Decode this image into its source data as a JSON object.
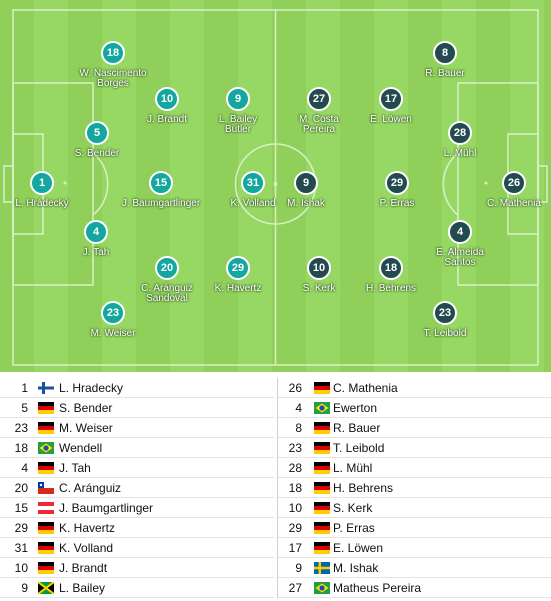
{
  "colors": {
    "home": "#13a7a0",
    "away": "#234a4f"
  },
  "pitch": {
    "home_players": [
      {
        "number": "1",
        "name": "L. Hrádecký"
      },
      {
        "number": "5",
        "name": "S. Bender"
      },
      {
        "number": "4",
        "name": "J. Tah"
      },
      {
        "number": "18",
        "name": "W. Nascimento Borges"
      },
      {
        "number": "23",
        "name": "M. Weiser"
      },
      {
        "number": "15",
        "name": "J. Baumgartlinger"
      },
      {
        "number": "10",
        "name": "J. Brandt"
      },
      {
        "number": "20",
        "name": "C. Aránguiz Sandoval"
      },
      {
        "number": "9",
        "name": "L. Bailey Butler"
      },
      {
        "number": "31",
        "name": "K. Volland"
      },
      {
        "number": "29",
        "name": "K. Havertz"
      }
    ],
    "away_players": [
      {
        "number": "26",
        "name": "C. Mathenia"
      },
      {
        "number": "28",
        "name": "L. Mühl"
      },
      {
        "number": "4",
        "name": "E. Almeida Santos"
      },
      {
        "number": "8",
        "name": "R. Bauer"
      },
      {
        "number": "23",
        "name": "T. Leibold"
      },
      {
        "number": "29",
        "name": "P. Erras"
      },
      {
        "number": "17",
        "name": "E. Löwen"
      },
      {
        "number": "18",
        "name": "H. Behrens"
      },
      {
        "number": "27",
        "name": "M. Costa Pereira"
      },
      {
        "number": "9",
        "name": "M. Ishak"
      },
      {
        "number": "10",
        "name": "S. Kerk"
      }
    ]
  },
  "lineups": {
    "home": [
      {
        "number": "1",
        "flag": "finland-flag",
        "name": "L. Hradecky"
      },
      {
        "number": "5",
        "flag": "germany-flag",
        "name": "S. Bender"
      },
      {
        "number": "23",
        "flag": "germany-flag",
        "name": "M. Weiser"
      },
      {
        "number": "18",
        "flag": "brazil-flag",
        "name": "Wendell"
      },
      {
        "number": "4",
        "flag": "germany-flag",
        "name": "J. Tah"
      },
      {
        "number": "20",
        "flag": "chile-flag",
        "name": "C. Aránguiz"
      },
      {
        "number": "15",
        "flag": "austria-flag",
        "name": "J. Baumgartlinger"
      },
      {
        "number": "29",
        "flag": "germany-flag",
        "name": "K. Havertz"
      },
      {
        "number": "31",
        "flag": "germany-flag",
        "name": "K. Volland"
      },
      {
        "number": "10",
        "flag": "germany-flag",
        "name": "J. Brandt"
      },
      {
        "number": "9",
        "flag": "jamaica-flag",
        "name": "L. Bailey"
      }
    ],
    "away": [
      {
        "number": "26",
        "flag": "germany-flag",
        "name": "C. Mathenia"
      },
      {
        "number": "4",
        "flag": "brazil-flag",
        "name": "Ewerton"
      },
      {
        "number": "8",
        "flag": "germany-flag",
        "name": "R. Bauer"
      },
      {
        "number": "23",
        "flag": "germany-flag",
        "name": "T. Leibold"
      },
      {
        "number": "28",
        "flag": "germany-flag",
        "name": "L. Mühl"
      },
      {
        "number": "18",
        "flag": "germany-flag",
        "name": "H. Behrens"
      },
      {
        "number": "10",
        "flag": "germany-flag",
        "name": "S. Kerk"
      },
      {
        "number": "29",
        "flag": "germany-flag",
        "name": "P. Erras"
      },
      {
        "number": "17",
        "flag": "germany-flag",
        "name": "E. Löwen"
      },
      {
        "number": "9",
        "flag": "sweden-flag",
        "name": "M. Ishak"
      },
      {
        "number": "27",
        "flag": "brazil-flag",
        "name": "Matheus Pereira"
      }
    ]
  }
}
